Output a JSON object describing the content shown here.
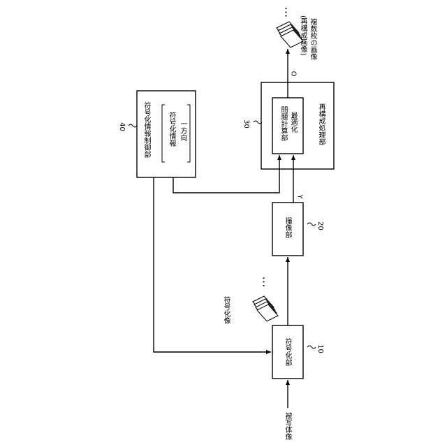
{
  "blocks": {
    "encoder": {
      "label": "符号化部",
      "ref": "10"
    },
    "imaging": {
      "label": "撮像部",
      "ref": "20"
    },
    "reconstruction": {
      "label": "再構成処理部",
      "ref": "30"
    },
    "optimization": {
      "line1": "最適化",
      "line2": "問題計算部"
    },
    "encoding_control": {
      "label": "符号化情報制御部",
      "ref": "40"
    },
    "info_box": {
      "line1": "一方向",
      "line2": "符号化情報"
    }
  },
  "labels": {
    "subject_image": "被写体像",
    "encoded_image": "符号化像",
    "output_line1": "複数枚の画像",
    "output_line2": "(再構成画像)",
    "signal_y": "Y",
    "signal_o": "O",
    "dots": "…"
  }
}
